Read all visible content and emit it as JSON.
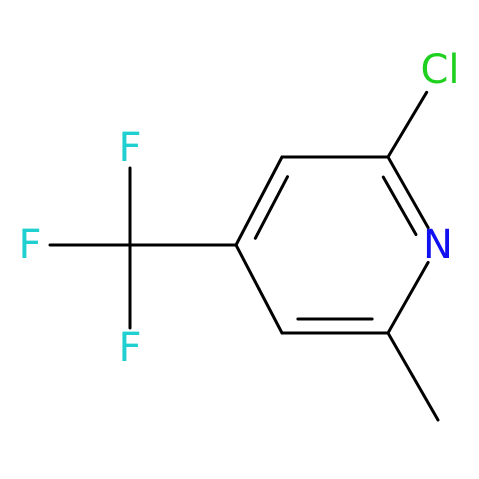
{
  "molecule": {
    "atoms": [
      {
        "id": "c2",
        "element": "C",
        "label": ""
      },
      {
        "id": "c3",
        "element": "C",
        "label": ""
      },
      {
        "id": "c4",
        "element": "C",
        "label": ""
      },
      {
        "id": "c5",
        "element": "C",
        "label": ""
      },
      {
        "id": "c6",
        "element": "C",
        "label": ""
      },
      {
        "id": "n1",
        "element": "N",
        "label": "N",
        "color": "#1010F0"
      },
      {
        "id": "cl",
        "element": "Cl",
        "label": "Cl",
        "color": "#1FD01F"
      },
      {
        "id": "cf3",
        "element": "C",
        "label": ""
      },
      {
        "id": "f1",
        "element": "F",
        "label": "F",
        "color": "#20D0D0"
      },
      {
        "id": "f2",
        "element": "F",
        "label": "F",
        "color": "#20D0D0"
      },
      {
        "id": "f3",
        "element": "F",
        "label": "F",
        "color": "#20D0D0"
      },
      {
        "id": "me",
        "element": "C",
        "label": ""
      }
    ],
    "bonds": [
      {
        "from": "n1",
        "to": "c2",
        "order": 2
      },
      {
        "from": "c2",
        "to": "c3",
        "order": 1
      },
      {
        "from": "c3",
        "to": "c4",
        "order": 2
      },
      {
        "from": "c4",
        "to": "c5",
        "order": 1
      },
      {
        "from": "c5",
        "to": "c6",
        "order": 2
      },
      {
        "from": "c6",
        "to": "n1",
        "order": 1
      },
      {
        "from": "c2",
        "to": "cl",
        "order": 1
      },
      {
        "from": "c4",
        "to": "cf3",
        "order": 1
      },
      {
        "from": "cf3",
        "to": "f1",
        "order": 1
      },
      {
        "from": "cf3",
        "to": "f2",
        "order": 1
      },
      {
        "from": "cf3",
        "to": "f3",
        "order": 1
      },
      {
        "from": "c6",
        "to": "me",
        "order": 1
      }
    ]
  }
}
